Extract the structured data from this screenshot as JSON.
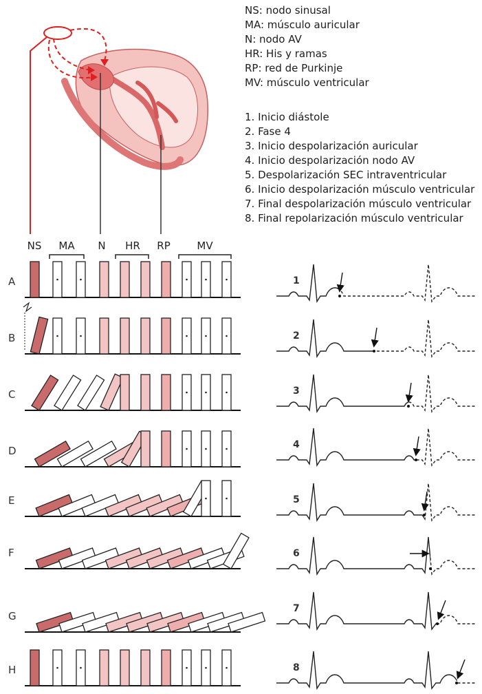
{
  "abbreviations": [
    "NS: nodo sinusal",
    "MA: músculo auricular",
    "N: nodo AV",
    "HR: His y ramas",
    "RP: red de Purkinje",
    "MV: músculo ventricular"
  ],
  "phases": [
    "1. Inicio diástole",
    "2. Fase 4",
    "3. Inicio despolarización auricular",
    "4. Inicio despolarización nodo AV",
    "5. Despolarización SEC intraventricular",
    "6. Inicio despolarización músculo ventricular",
    "7. Final despolarización músculo ventricular",
    "8. Final repolarización músculo ventricular"
  ],
  "column_labels": [
    "NS",
    "MA",
    "N",
    "HR",
    "RP",
    "MV"
  ],
  "row_labels": [
    "A",
    "B",
    "C",
    "D",
    "E",
    "F",
    "G",
    "H"
  ],
  "strip_numbers": [
    "1",
    "2",
    "3",
    "4",
    "5",
    "6",
    "7",
    "8"
  ],
  "colors": {
    "sinus_node": "#c96b6b",
    "conduction_tissue": "#f3c4c4",
    "purkinje": "#eeaeae",
    "heart_light": "#f6c9c6",
    "heart_dark": "#de7676",
    "pathway_red": "#dd1f1f"
  }
}
